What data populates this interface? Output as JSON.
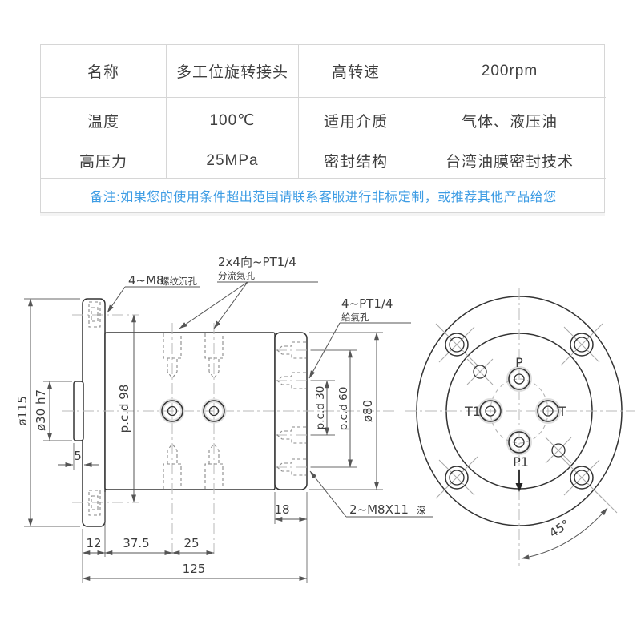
{
  "table": {
    "rows": [
      {
        "c1": "名称",
        "c2": "多工位旋转接头",
        "c3": "高转速",
        "c4": "200rpm"
      },
      {
        "c1": "温度",
        "c2": "100℃",
        "c3": "适用介质",
        "c4": "气体、液压油"
      },
      {
        "c1": "高压力",
        "c2": "25MPa",
        "c3": "密封结构",
        "c4": "台湾油膜密封技术"
      }
    ],
    "remark": "备注:如果您的使用条件超出范围请联系客服进行非标定制，或推荐其他产品给您",
    "remark_color": "#3d9ce4"
  },
  "drawing": {
    "labels": {
      "counterbore_qty": "4~M8",
      "counterbore_note": "螺纹沉孔",
      "dist_line1": "2x4向~PT1/4",
      "dist_line2": "分流氣孔",
      "supply_line1": "4~PT1/4",
      "supply_line2": "給氣孔",
      "depth_main": "2~M8X11",
      "depth_suffix": "深"
    },
    "dims": {
      "flange_dia": "ø115",
      "shaft_fit": "ø30  h7",
      "boss_len": "5",
      "pcd98": "p.c.d  98",
      "pcd30": "p.c.d 30",
      "pcd60": "p.c.d 60",
      "cap_dia": "ø80",
      "d12": "12",
      "d375": "37.5",
      "d25": "25",
      "d125": "125",
      "d18": "18",
      "angle": "45°"
    },
    "ports": {
      "p": "P",
      "t1": "T1",
      "t": "T",
      "p1": "P1"
    }
  }
}
